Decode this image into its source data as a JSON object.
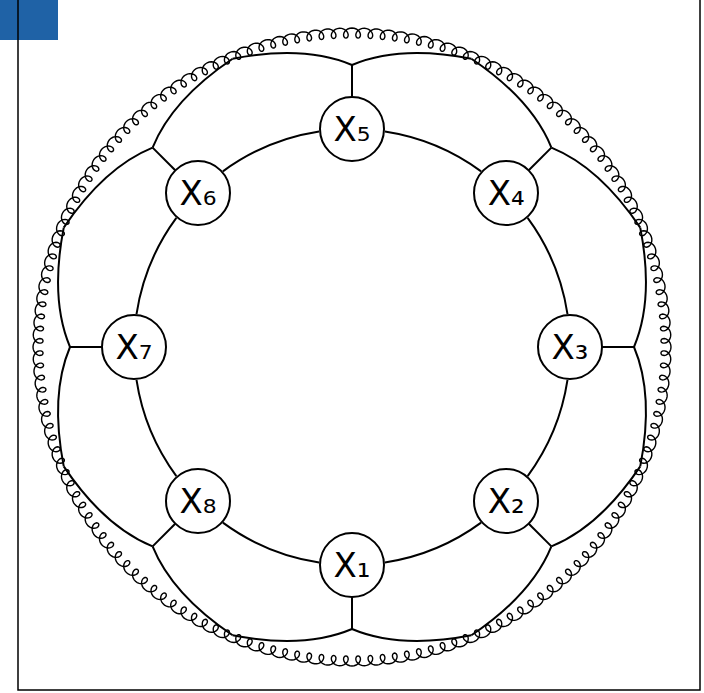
{
  "diagram": {
    "nodes": [
      {
        "text": [
          "X₁"
        ]
      },
      {
        "text": [
          "X₂"
        ]
      },
      {
        "text": [
          "X₃"
        ]
      },
      {
        "text": [
          "X₄"
        ]
      },
      {
        "text": [
          "X₅"
        ]
      },
      {
        "text": [
          "X₆"
        ]
      },
      {
        "text": [
          "X₇"
        ]
      },
      {
        "text": [
          "X₈"
        ]
      }
    ],
    "edges": [
      {
        "from": 0,
        "to": 1,
        "arrow": "none"
      },
      {
        "from": 1,
        "to": 2,
        "arrow": "none"
      },
      {
        "from": 2,
        "to": 3,
        "arrow": "none"
      },
      {
        "from": 3,
        "to": 4,
        "arrow": "none"
      },
      {
        "from": 4,
        "to": 5,
        "arrow": "none"
      },
      {
        "from": 5,
        "to": 6,
        "arrow": "none"
      },
      {
        "from": 6,
        "to": 7,
        "arrow": "none"
      },
      {
        "from": 7,
        "to": 0,
        "arrow": "none"
      }
    ]
  }
}
